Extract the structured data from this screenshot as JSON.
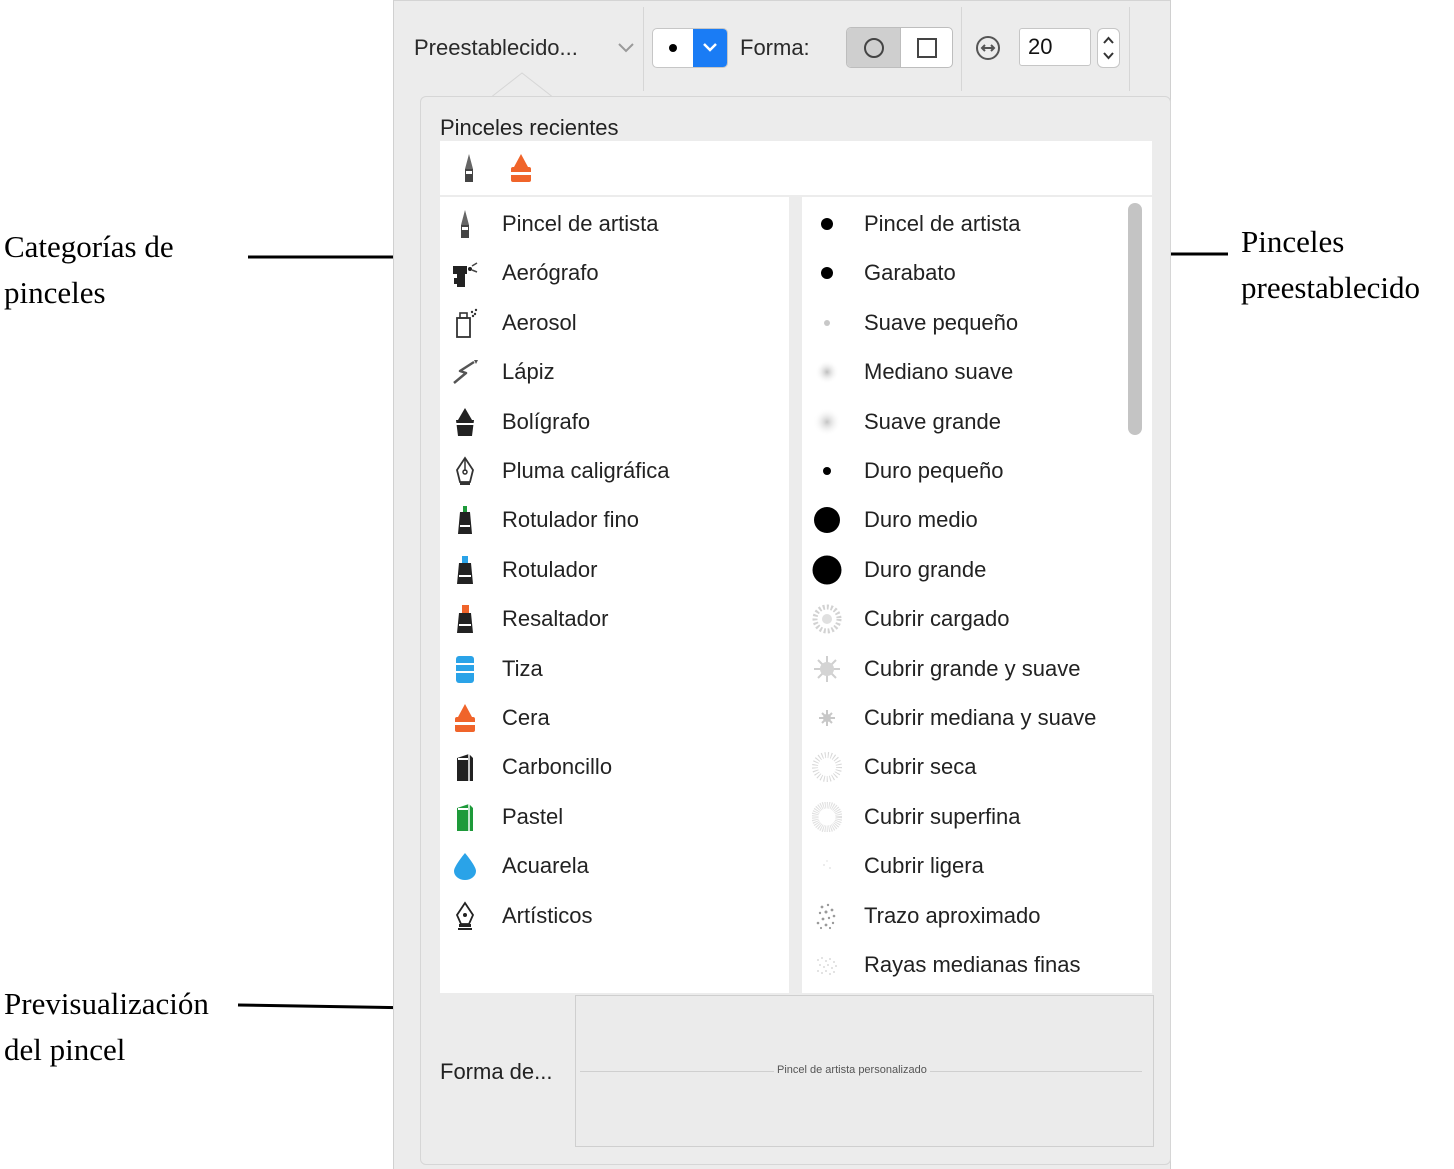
{
  "annotations": {
    "categories": [
      "Categorías de",
      "pinceles"
    ],
    "presets": [
      "Pinceles",
      "preestablecido"
    ],
    "preview": [
      "Previsualización",
      "del pincel"
    ]
  },
  "toolbar": {
    "preset_label": "Preestablecido...",
    "shape_label": "Forma:",
    "size_value": "20"
  },
  "recent": {
    "title": "Pinceles recientes",
    "icons": [
      "artist-brush-icon",
      "crayon-icon"
    ]
  },
  "categories": [
    {
      "label": "Pincel de artista",
      "icon": "artist-brush-icon"
    },
    {
      "label": "Aerógrafo",
      "icon": "airbrush-icon"
    },
    {
      "label": "Aerosol",
      "icon": "spray-can-icon"
    },
    {
      "label": "Lápiz",
      "icon": "pencil-icon"
    },
    {
      "label": "Bolígrafo",
      "icon": "ballpoint-pen-icon"
    },
    {
      "label": "Pluma caligráfica",
      "icon": "calligraphy-pen-icon"
    },
    {
      "label": "Rotulador fino",
      "icon": "fine-marker-icon"
    },
    {
      "label": "Rotulador",
      "icon": "marker-icon"
    },
    {
      "label": "Resaltador",
      "icon": "highlighter-icon"
    },
    {
      "label": "Tiza",
      "icon": "chalk-icon"
    },
    {
      "label": "Cera",
      "icon": "crayon-icon"
    },
    {
      "label": "Carboncillo",
      "icon": "charcoal-icon"
    },
    {
      "label": "Pastel",
      "icon": "pastel-icon"
    },
    {
      "label": "Acuarela",
      "icon": "watercolor-drop-icon"
    },
    {
      "label": "Artísticos",
      "icon": "artistic-pen-icon"
    }
  ],
  "presets": [
    {
      "label": "Pincel de artista",
      "icon": "hard-small-dot-icon"
    },
    {
      "label": "Garabato",
      "icon": "hard-small-dot-icon"
    },
    {
      "label": "Suave pequeño",
      "icon": "soft-tiny-dot-icon"
    },
    {
      "label": "Mediano suave",
      "icon": "soft-medium-dot-icon"
    },
    {
      "label": "Suave grande",
      "icon": "soft-large-dot-icon"
    },
    {
      "label": "Duro pequeño",
      "icon": "hard-tiny-dot-icon"
    },
    {
      "label": "Duro medio",
      "icon": "hard-medium-dot-icon"
    },
    {
      "label": "Duro grande",
      "icon": "hard-large-dot-icon"
    },
    {
      "label": "Cubrir cargado",
      "icon": "texture-loaded-icon"
    },
    {
      "label": "Cubrir grande y suave",
      "icon": "texture-splat-large-icon"
    },
    {
      "label": "Cubrir mediana y suave",
      "icon": "texture-splat-medium-icon"
    },
    {
      "label": "Cubrir seca",
      "icon": "texture-dry-icon"
    },
    {
      "label": "Cubrir superfina",
      "icon": "texture-superfine-icon"
    },
    {
      "label": "Cubrir ligera",
      "icon": "texture-light-icon"
    },
    {
      "label": "Trazo aproximado",
      "icon": "texture-rough-icon"
    },
    {
      "label": "Rayas medianas finas",
      "icon": "texture-stripes-icon"
    }
  ],
  "preview": {
    "label": "Forma de...",
    "caption": "Pincel de artista personalizado"
  },
  "colors": {
    "accent_blue": "#1a7cf5",
    "orange": "#f0642a",
    "green": "#1e9a3a",
    "cyan": "#2aa3e8"
  }
}
